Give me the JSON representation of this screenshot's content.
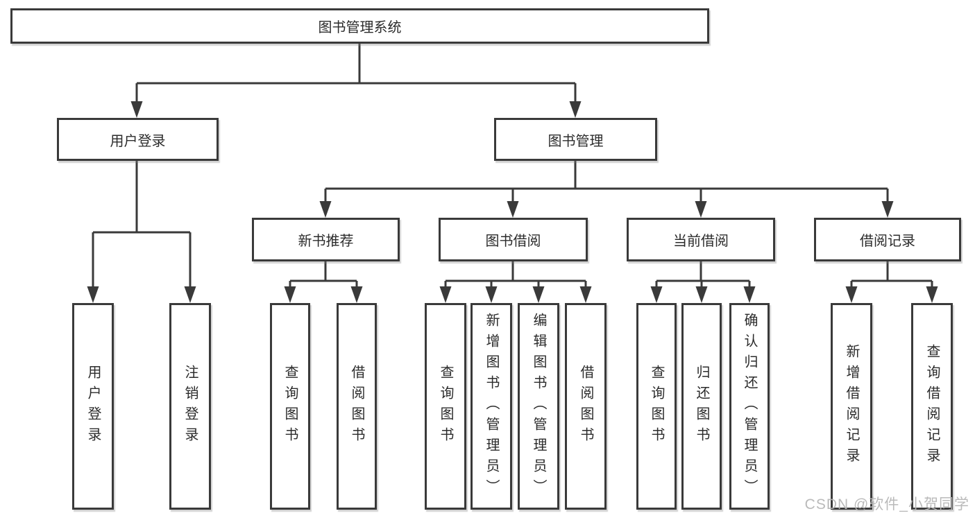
{
  "diagram": {
    "type": "hierarchy-tree",
    "colors": {
      "line": "#3a3a3a",
      "box_border": "#3a3a3a",
      "box_fill": "#ffffff",
      "text": "#2b2b2b",
      "watermark": "#b6b6b6",
      "background": "#ffffff"
    },
    "nodes": {
      "root": "图书管理系统",
      "userLogin": "用户登录",
      "bookMgmt": "图书管理",
      "newBookRec": "新书推荐",
      "bookBorrow": "图书借阅",
      "currentBorrow": "当前借阅",
      "borrowRecord": "借阅记录",
      "leafUserLogin": "用户登录",
      "leafLogout": "注销登录",
      "leafRecQueryBook": "查询图书",
      "leafRecBorrowBook": "借阅图书",
      "leafBorQueryBook": "查询图书",
      "leafBorAddBook": "新增图书（管理员）",
      "leafBorEditBook": "编辑图书（管理员）",
      "leafBorBorrowBook": "借阅图书",
      "leafCurQueryBook": "查询图书",
      "leafCurReturnBook": "归还图书",
      "leafCurConfirmReturn": "确认归还（管理员）",
      "leafRecordAdd": "新增借阅记录",
      "leafRecordQuery": "查询借阅记录"
    },
    "edges": [
      [
        "图书管理系统",
        "用户登录"
      ],
      [
        "图书管理系统",
        "图书管理"
      ],
      [
        "用户登录",
        "用户登录"
      ],
      [
        "用户登录",
        "注销登录"
      ],
      [
        "图书管理",
        "新书推荐"
      ],
      [
        "图书管理",
        "图书借阅"
      ],
      [
        "图书管理",
        "当前借阅"
      ],
      [
        "图书管理",
        "借阅记录"
      ],
      [
        "新书推荐",
        "查询图书"
      ],
      [
        "新书推荐",
        "借阅图书"
      ],
      [
        "图书借阅",
        "查询图书"
      ],
      [
        "图书借阅",
        "新增图书（管理员）"
      ],
      [
        "图书借阅",
        "编辑图书（管理员）"
      ],
      [
        "图书借阅",
        "借阅图书"
      ],
      [
        "当前借阅",
        "查询图书"
      ],
      [
        "当前借阅",
        "归还图书"
      ],
      [
        "当前借阅",
        "确认归还（管理员）"
      ],
      [
        "借阅记录",
        "新增借阅记录"
      ],
      [
        "借阅记录",
        "查询借阅记录"
      ]
    ],
    "watermark": "CSDN @软件_小贺同学"
  }
}
